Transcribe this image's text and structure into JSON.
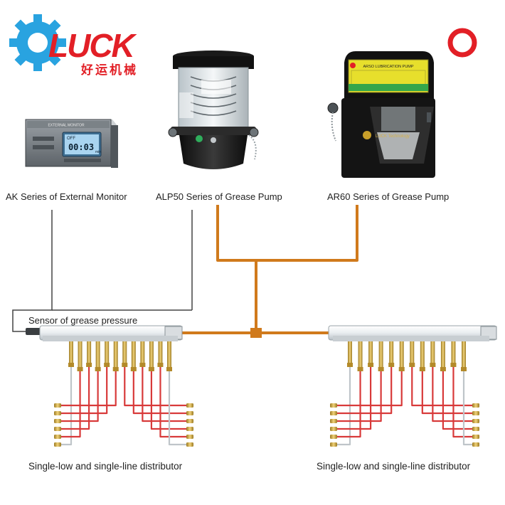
{
  "brand": {
    "logo_text": "LUCK",
    "logo_subtext": "好运机械",
    "colors": {
      "red": "#e21f26",
      "blue": "#29a3e0"
    }
  },
  "components": {
    "monitor": {
      "label": "AK Series of External Monitor",
      "screen_top": "OFF",
      "screen_value": "00:03",
      "screen_unit": "min",
      "front_title": "EXTERNAL MONITOR"
    },
    "alp50": {
      "label": "ALP50 Series of Grease Pump"
    },
    "ar60": {
      "label": "AR60 Series of  Grease Pump",
      "panel_title": "ARSO LUBRICATION PUMP",
      "body_text": "LUCK Technology"
    }
  },
  "sensor": {
    "label": "Sensor of grease pressure"
  },
  "distributors": [
    {
      "label": "Single-low and single-line distributor",
      "outlets": 12
    },
    {
      "label": "Single-low and single-line distributor",
      "outlets": 12
    }
  ],
  "colors": {
    "grease_line": "#d07a1c",
    "signal_line": "#444444",
    "branch_pipe": "#d83a3a",
    "fitting": "#c9a23a",
    "corner_mark": "#e21f26"
  },
  "icons": [
    "gear-icon",
    "ring-icon"
  ]
}
